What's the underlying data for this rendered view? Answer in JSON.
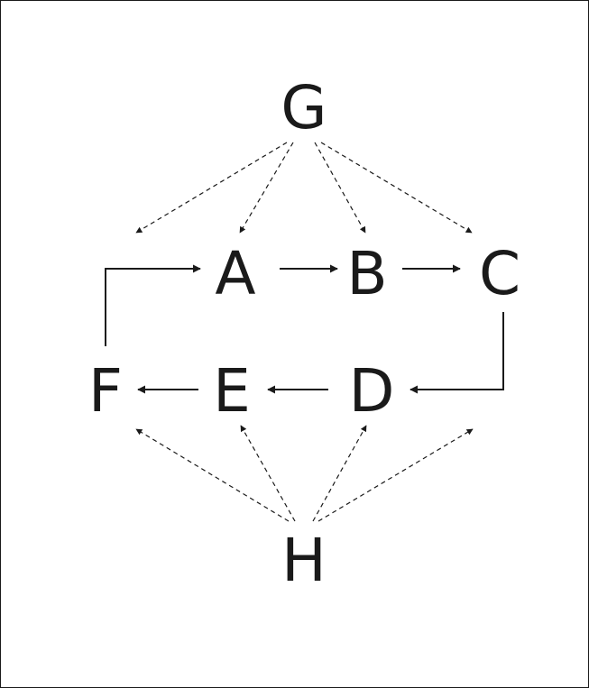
{
  "nodes": [
    {
      "id": "G",
      "label": "G"
    },
    {
      "id": "A",
      "label": "A"
    },
    {
      "id": "B",
      "label": "B"
    },
    {
      "id": "C",
      "label": "C"
    },
    {
      "id": "D",
      "label": "D"
    },
    {
      "id": "E",
      "label": "E"
    },
    {
      "id": "F",
      "label": "F"
    },
    {
      "id": "H",
      "label": "H"
    }
  ],
  "edges": [
    {
      "from": "A",
      "to": "B",
      "style": "solid"
    },
    {
      "from": "B",
      "to": "C",
      "style": "solid"
    },
    {
      "from": "C",
      "to": "D",
      "style": "solid"
    },
    {
      "from": "D",
      "to": "E",
      "style": "solid"
    },
    {
      "from": "E",
      "to": "F",
      "style": "solid"
    },
    {
      "from": "F",
      "to": "A",
      "style": "solid"
    },
    {
      "from": "G",
      "to": "F",
      "style": "dashed"
    },
    {
      "from": "G",
      "to": "A",
      "style": "dashed"
    },
    {
      "from": "G",
      "to": "B",
      "style": "dashed"
    },
    {
      "from": "G",
      "to": "C",
      "style": "dashed"
    },
    {
      "from": "H",
      "to": "F",
      "style": "dashed"
    },
    {
      "from": "H",
      "to": "E",
      "style": "dashed"
    },
    {
      "from": "H",
      "to": "D",
      "style": "dashed"
    },
    {
      "from": "H",
      "to": "C",
      "style": "dashed"
    }
  ]
}
